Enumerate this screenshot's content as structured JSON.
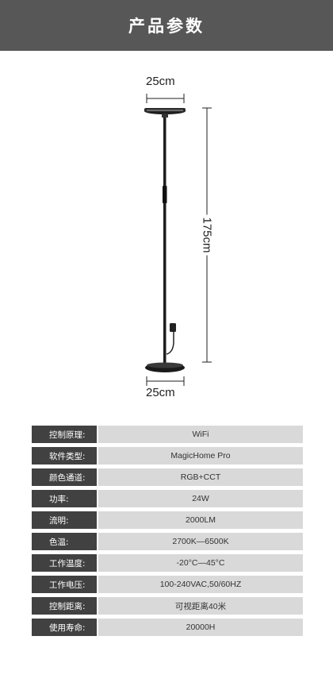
{
  "header": {
    "title": "产品参数"
  },
  "dimensions": {
    "top_width": "25cm",
    "height": "175cm",
    "base_width": "25cm"
  },
  "specs": [
    {
      "label": "控制原理:",
      "value": "WiFi"
    },
    {
      "label": "软件类型:",
      "value": "MagicHome Pro"
    },
    {
      "label": "颜色通道:",
      "value": "RGB+CCT"
    },
    {
      "label": "功率:",
      "value": "24W"
    },
    {
      "label": "流明:",
      "value": "2000LM"
    },
    {
      "label": "色温:",
      "value": "2700K—6500K"
    },
    {
      "label": "工作温度:",
      "value": "-20°C—45°C"
    },
    {
      "label": "工作电压:",
      "value": "100-240VAC,50/60HZ"
    },
    {
      "label": "控制距离:",
      "value": "可视距离40米"
    },
    {
      "label": "使用寿命:",
      "value": "20000H"
    }
  ],
  "colors": {
    "header_bg": "#575757",
    "label_bg": "#414141",
    "value_bg": "#d9d9d9"
  }
}
